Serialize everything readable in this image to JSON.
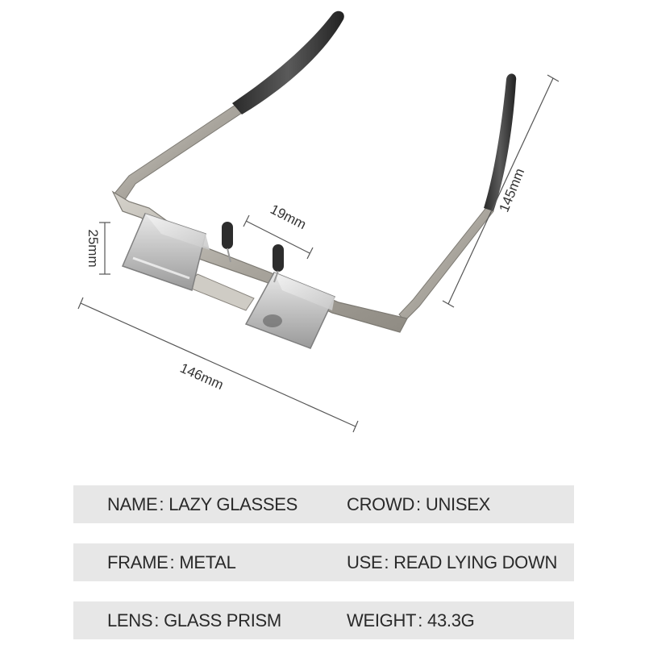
{
  "dimensions": {
    "lens_width": "19mm",
    "lens_height": "25mm",
    "frame_width": "146mm",
    "temple_length": "145mm"
  },
  "specs": [
    [
      {
        "key": "NAME",
        "value": "LAZY GLASSES"
      },
      {
        "key": "CROWD",
        "value": "UNISEX"
      }
    ],
    [
      {
        "key": "FRAME",
        "value": "METAL"
      },
      {
        "key": "USE",
        "value": "READ LYING DOWN"
      }
    ],
    [
      {
        "key": "LENS",
        "value": "GLASS PRISM"
      },
      {
        "key": "WEIGHT",
        "value": "43.3G"
      }
    ]
  ],
  "separator": ":",
  "colors": {
    "band": "#e7e7e7",
    "frame": "#b8b5ae",
    "tip": "#3a3a3a"
  }
}
